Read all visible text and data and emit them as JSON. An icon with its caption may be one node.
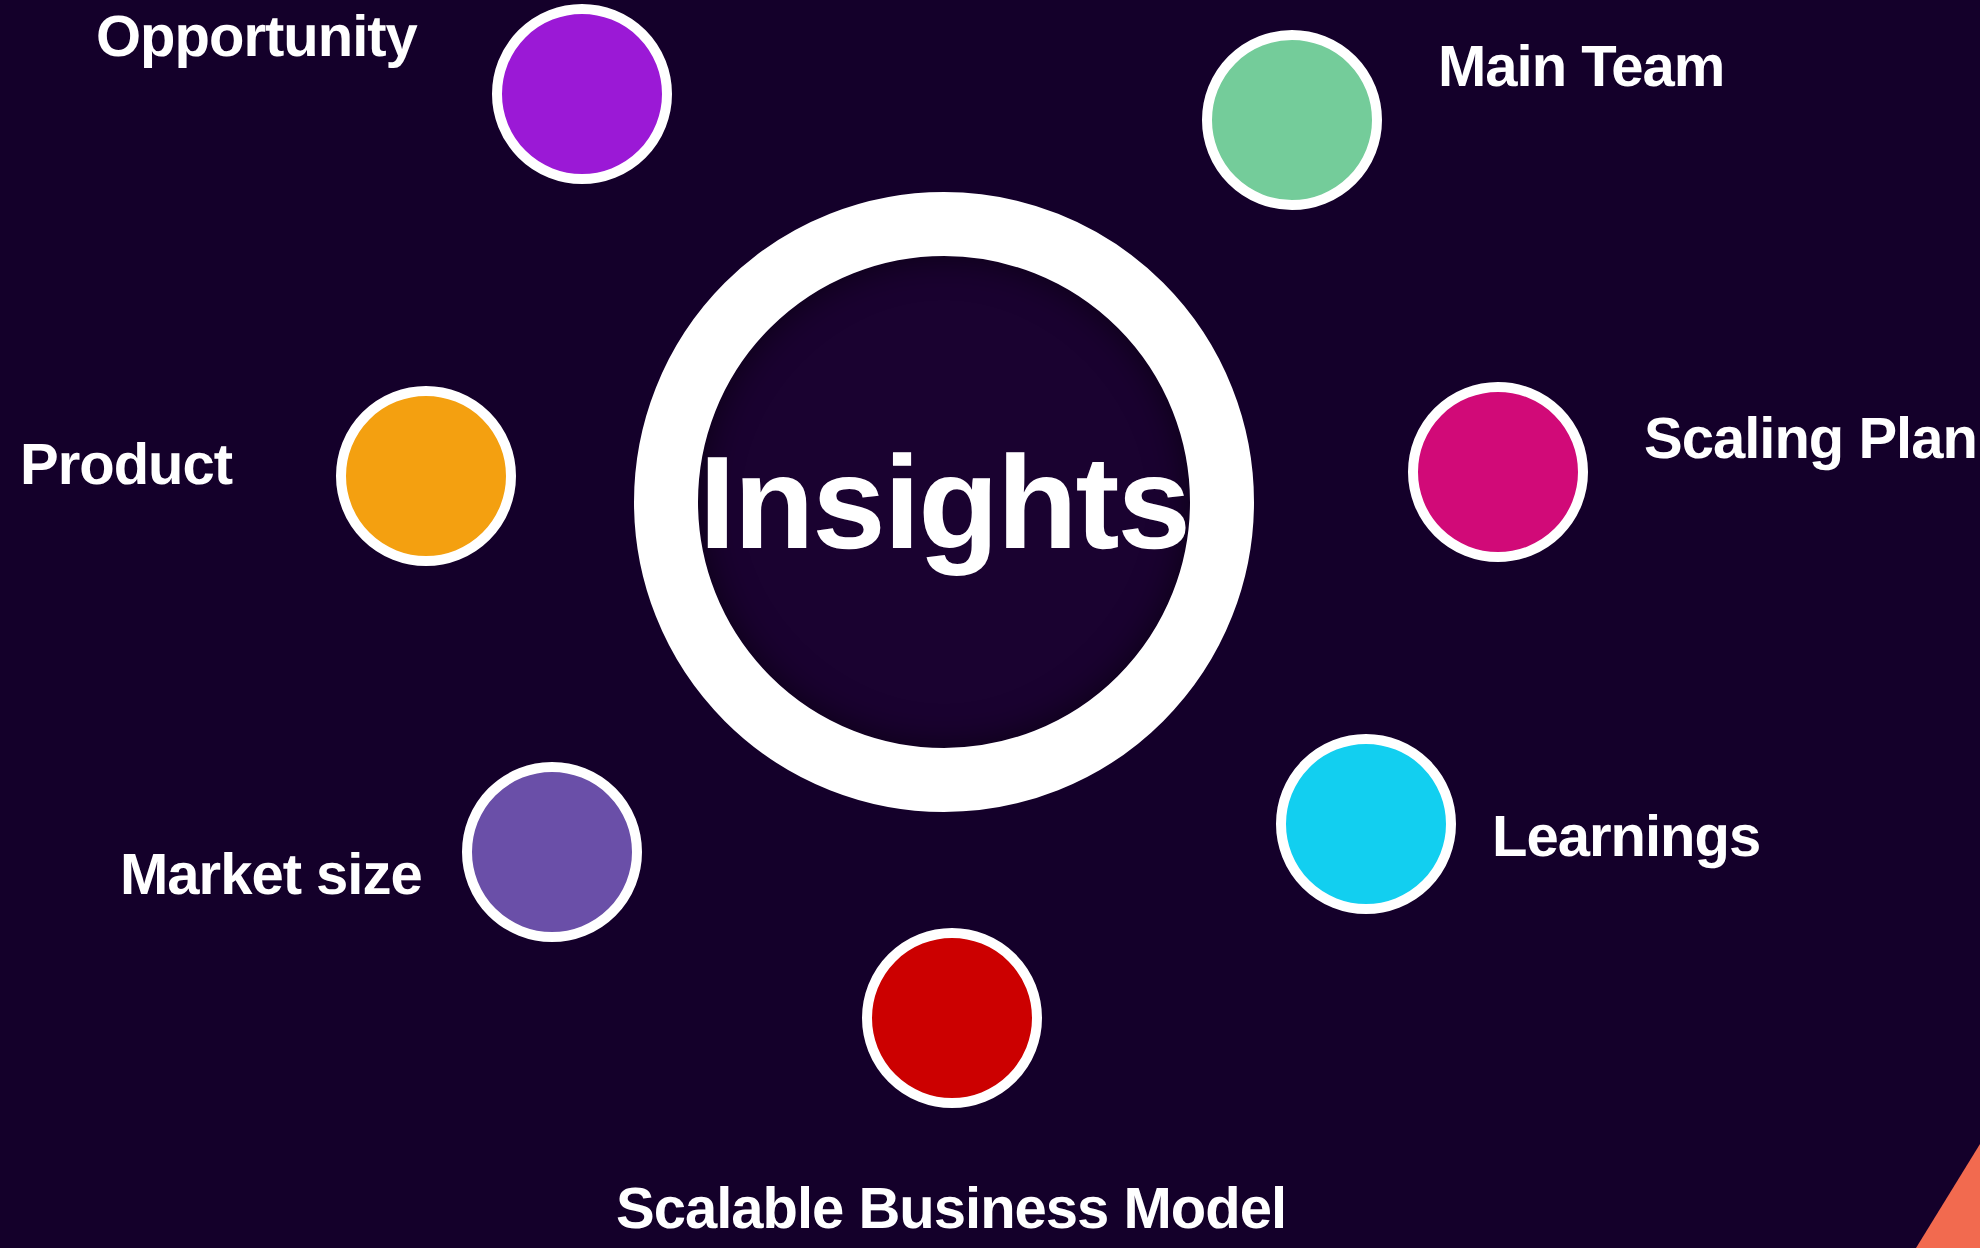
{
  "diagram": {
    "nodes": [
      {
        "text": [
          "Insights"
        ]
      },
      {
        "text": [],
        "shape": "circle",
        "beside": [
          "Opportunity"
        ]
      },
      {
        "text": [],
        "shape": "circle",
        "beside": [
          "Main Team"
        ]
      },
      {
        "text": [],
        "shape": "circle",
        "beside": [
          "Product"
        ]
      },
      {
        "text": [],
        "shape": "circle",
        "beside": [
          "Scaling Plan"
        ]
      },
      {
        "text": [],
        "shape": "circle",
        "beside": [
          "Market size"
        ]
      },
      {
        "text": [],
        "shape": "circle",
        "beside": [
          "Learnings"
        ]
      },
      {
        "text": [],
        "shape": "circle",
        "beside": [
          "Scalable Business Model"
        ]
      }
    ],
    "edges": []
  }
}
